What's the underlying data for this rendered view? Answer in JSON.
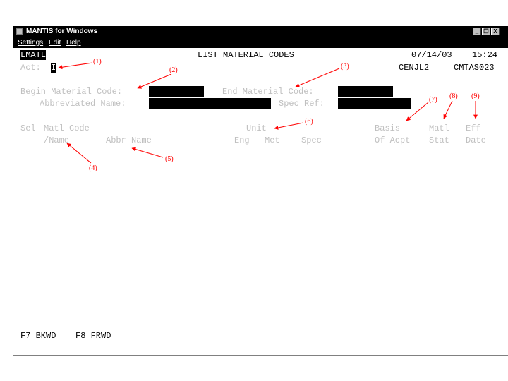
{
  "window": {
    "title": "MANTIS for Windows",
    "menu": [
      "Settings",
      "Edit",
      "Help"
    ],
    "controls": {
      "minimize": "_",
      "restore": "❐",
      "close": "X"
    }
  },
  "screen": {
    "screen_id": "LMATL",
    "title": "LIST MATERIAL CODES",
    "date": "07/14/03",
    "time": "15:24",
    "user": "CENJL2",
    "program": "CMTAS023",
    "act_label": "Act:",
    "act_value": "I"
  },
  "form": {
    "begin_code_label": "Begin Material Code:",
    "end_code_label": "End Material Code:",
    "abbr_name_label": "Abbreviated Name:",
    "spec_ref_label": "Spec Ref:"
  },
  "columns": {
    "sel": "Sel",
    "matl_code": "Matl Code",
    "name": "/Name",
    "abbr_name": "Abbr Name",
    "unit": "Unit",
    "eng": "Eng",
    "met": "Met",
    "spec": "Spec",
    "basis": "Basis",
    "of_acpt": "Of Acpt",
    "matl": "Matl",
    "stat": "Stat",
    "eff": "Eff",
    "date": "Date"
  },
  "footer": {
    "f7": "F7 BKWD",
    "f8": "F8 FRWD"
  },
  "annotations": [
    "(1)",
    "(2)",
    "(3)",
    "(4)",
    "(5)",
    "(6)",
    "(7)",
    "(8)",
    "(9)"
  ],
  "colors": {
    "titlebar": "#000000",
    "field": "#000000",
    "label": "#c0c0c0",
    "annotation": "#ff0000"
  }
}
